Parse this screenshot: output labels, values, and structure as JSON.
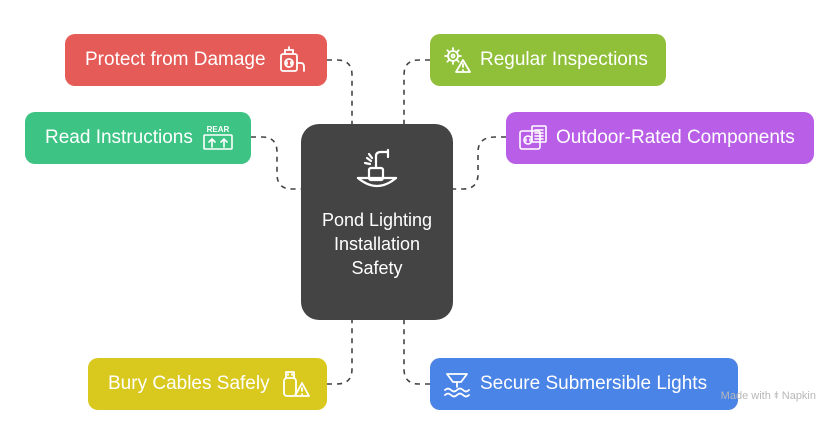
{
  "diagram": {
    "center": {
      "title": "Pond Lighting Installation Safety",
      "icon": "pond-light-icon"
    },
    "nodes": [
      {
        "id": "protect",
        "label": "Protect from Damage",
        "icon": "protected-outlet-icon",
        "color": "#e55b57"
      },
      {
        "id": "read",
        "label": "Read Instructions",
        "icon": "rear-arrows-icon",
        "color": "#3dc485"
      },
      {
        "id": "bury",
        "label": "Bury Cables Safely",
        "icon": "usb-warning-icon",
        "color": "#d9c81e"
      },
      {
        "id": "inspect",
        "label": "Regular Inspections",
        "icon": "gear-warning-icon",
        "color": "#90c03a"
      },
      {
        "id": "outdoor",
        "label": "Outdoor-Rated Components",
        "icon": "rated-components-icon",
        "color": "#b95ee6"
      },
      {
        "id": "secure",
        "label": "Secure Submersible Lights",
        "icon": "submersible-light-icon",
        "color": "#4a84e6"
      }
    ],
    "colors": {
      "center": "#444444",
      "connector": "#444444"
    },
    "rear_label": "REAR"
  },
  "watermark": {
    "text": "Made with ⯒ Napkin"
  }
}
